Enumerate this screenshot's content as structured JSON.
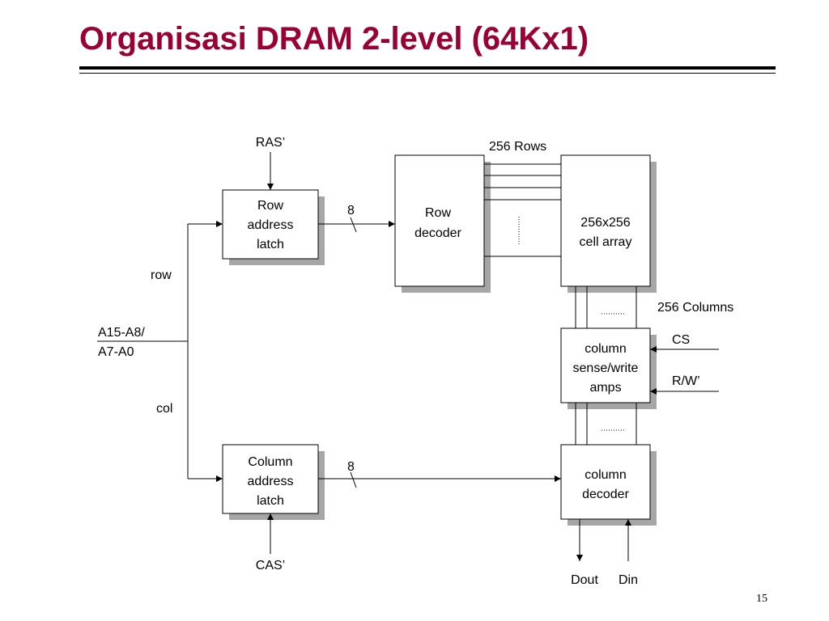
{
  "slide": {
    "title": "Organisasi DRAM 2-level (64Kx1)",
    "page_number": "15"
  },
  "colors": {
    "title": "#990033",
    "box_shadow": "#a6a6a6"
  },
  "blocks": {
    "row_latch": [
      "Row",
      "address",
      "latch"
    ],
    "col_latch": [
      "Column",
      "address",
      "latch"
    ],
    "row_decoder": [
      "Row",
      "decoder"
    ],
    "cell_array": [
      "256x256",
      "cell array"
    ],
    "sense_amps": [
      "column",
      "sense/write",
      "amps"
    ],
    "col_decoder": [
      "column",
      "decoder"
    ]
  },
  "signals": {
    "ras": "RAS’",
    "cas": "CAS’",
    "address_1": "A15-A8/",
    "address_2": "A7-A0",
    "row": "row",
    "col": "col",
    "row_bus_width": "8",
    "col_bus_width": "8",
    "rows": "256 Rows",
    "columns": "256 Columns",
    "cs": "CS",
    "rw": "R/W’",
    "dout": "Dout",
    "din": "Din"
  }
}
